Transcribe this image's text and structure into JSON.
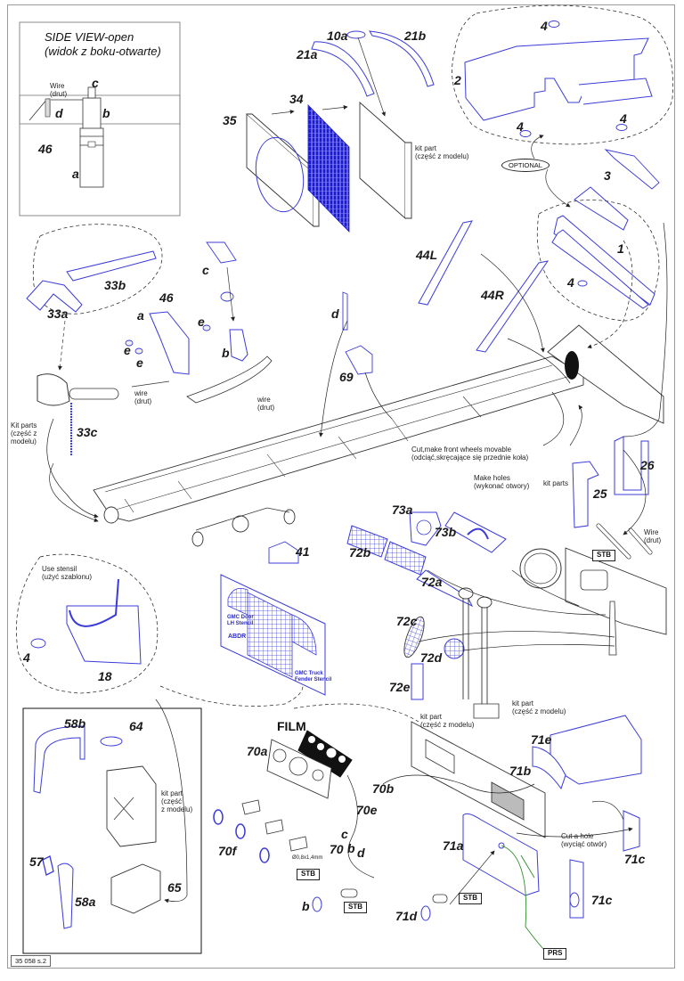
{
  "sheet": {
    "page_code": "35 058 s.2",
    "palette": {
      "part_outline": "#3b3bd9",
      "mesh_fill": "#1a1ad0",
      "line": "#222222",
      "prs_line": "#2e8b2e",
      "frame": "#9a9a9a"
    }
  },
  "side_view": {
    "title_line1": "SIDE VIEW-open",
    "title_line2": "(widok z boku-otwarte)",
    "wire_label": "Wire\n(drut)",
    "labels": {
      "c": "c",
      "d": "d",
      "b": "b",
      "part": "46",
      "a": "a"
    }
  },
  "radiator": {
    "labels": {
      "p10a": "10a",
      "p21b": "21b",
      "p21a": "21a",
      "p34": "34",
      "p35": "35"
    },
    "kit_note": "kit part\n(część z modelu)"
  },
  "fender_group": {
    "labels": {
      "p2": "2",
      "p4_top": "4",
      "p4_left": "4",
      "p4_right": "4",
      "p3": "3"
    },
    "optional_label": "OPTIONAL"
  },
  "bumper_group": {
    "labels": {
      "p1": "1",
      "p4": "4"
    }
  },
  "seat_group": {
    "labels": {
      "p33b": "33b",
      "p33a": "33a",
      "p33c": "33c"
    },
    "kit_note": "Kit parts\n(część z\nmodelu)"
  },
  "bracket_46": {
    "labels": {
      "part": "46",
      "a": "a",
      "b": "b",
      "c": "c",
      "e1": "e",
      "e2": "e",
      "e3": "e"
    },
    "wire_note_1": "wire\n(drut)",
    "wire_note_2": "wire\n(drut)"
  },
  "frame_parts": {
    "labels": {
      "p44L": "44L",
      "p44R": "44R",
      "d": "d",
      "p69": "69",
      "p41": "41",
      "p25": "25",
      "p26": "26"
    },
    "cut_note": "Cut,make front wheels movable\n(odciąć,skręcające się przednie koła)",
    "holes_note": "Make holes\n(wykonać otwory)",
    "kit_parts_note": "kit parts",
    "wire_note": "Wire\n(drut)",
    "stb_tag": "STB"
  },
  "door_group": {
    "labels": {
      "p4": "4",
      "p18": "18"
    },
    "stencil_note": "Use stensil\n(użyć szablonu)"
  },
  "stencil_sheet": {
    "text1": "GMC Door\nLH Stencil",
    "text2": "ABDR",
    "text3": "GMC Truck\nFender Stencil"
  },
  "cab_floor": {
    "labels": {
      "p73a": "73a",
      "p73b": "73b",
      "p72b": "72b",
      "p72a": "72a",
      "p72c": "72c",
      "p72d": "72d",
      "p72e": "72e"
    },
    "kit_note_1": "kit part\n(część z modelu)",
    "kit_note_2": "kit part\n(część z modelu)"
  },
  "jerrycan": {
    "labels": {
      "p58b": "58b",
      "p64": "64",
      "p57": "57",
      "p58a": "58a",
      "p65": "65"
    },
    "kit_note": "kit part\n(część\nz modelu)"
  },
  "dashboard": {
    "film_label": "FILM",
    "labels": {
      "p70a": "70a",
      "p70f": "70f",
      "p70b": "70b",
      "p70e": "70e",
      "p70": "70",
      "c": "c",
      "b1": "b",
      "d": "d",
      "b2": "b"
    },
    "dim_note": "Ø0,8x1,4mm",
    "stb_tag_1": "STB",
    "stb_tag_2": "STB"
  },
  "glovebox": {
    "labels": {
      "p71e": "71e",
      "p71b": "71b",
      "p71a": "71a",
      "p71c_1": "71c",
      "p71c_2": "71c",
      "p71d": "71d"
    },
    "hole_note": "Cut a hole\n(wyciąć otwór)",
    "stb_tag": "STB",
    "prs_tag": "PRS"
  }
}
